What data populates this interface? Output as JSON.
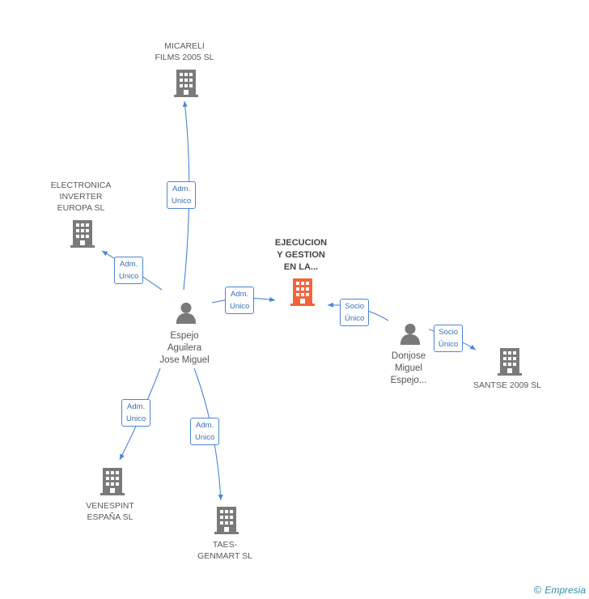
{
  "colors": {
    "edge": "#4a86d4",
    "company": "#7a7a7a",
    "company_main": "#f2643a",
    "person": "#7a7a7a",
    "brand": "#2f8fa8"
  },
  "companies": {
    "micareli": "MICARELI\nFILMS 2005 SL",
    "electronica": "ELECTRONICA\nINVERTER\nEUROPA  SL",
    "ejecucion": "EJECUCION\nY GESTION\nEN LA...",
    "santse": "SANTSE 2009 SL",
    "venespint": "VENESPINT\nESPAÑA SL",
    "taes": "TAES-\nGENMART SL"
  },
  "persons": {
    "espejo": "Espejo\nAguilera\nJose Miguel",
    "donjose": "Donjose\nMiguel\nEspejo..."
  },
  "edges": {
    "to_micareli": "Adm.\nUnico",
    "to_electronica": "Adm.\nUnico",
    "to_ejecucion": "Adm.\nUnico",
    "donjose_to_ejecucion": "Socio\nÚnico",
    "donjose_to_santse": "Socio\nÚnico",
    "to_venespint": "Adm.\nUnico",
    "to_taes": "Adm.\nUnico"
  },
  "brand": {
    "copyright": "©",
    "name": "Empresia"
  }
}
